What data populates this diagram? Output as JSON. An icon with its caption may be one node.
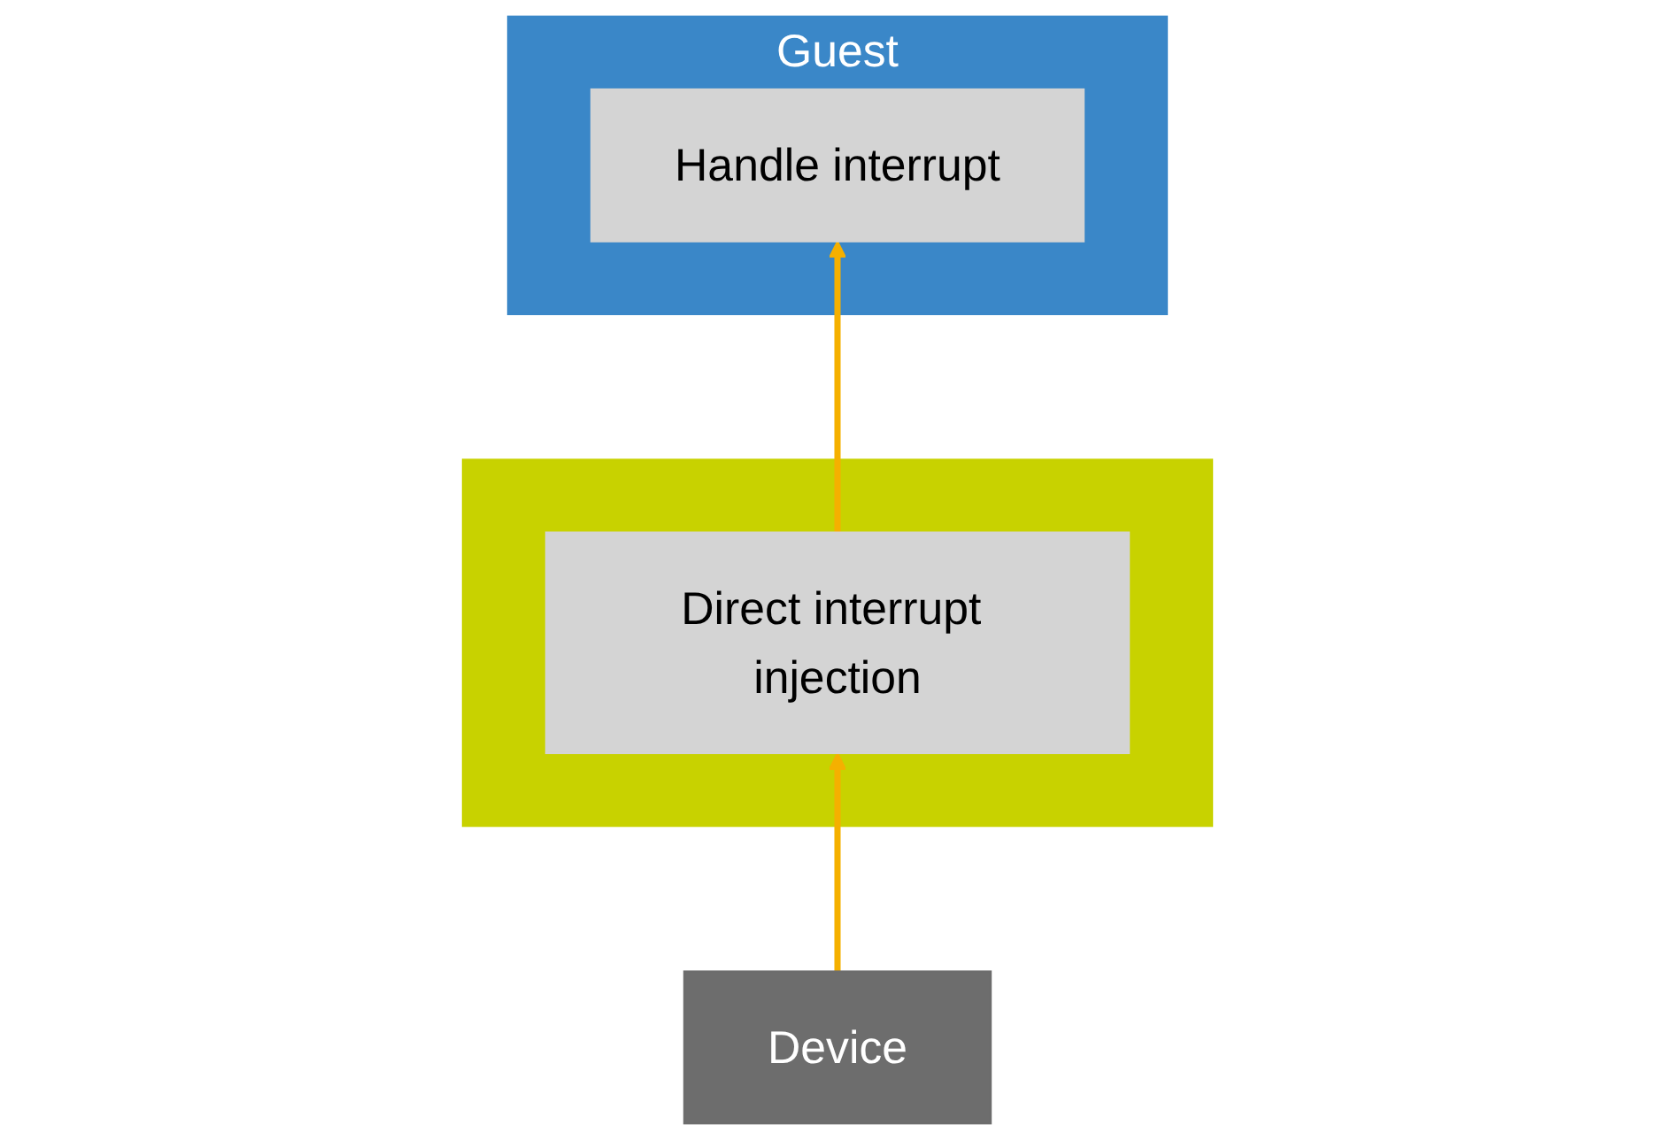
{
  "diagram": {
    "nodes": [
      {
        "text": [
          "Guest"
        ]
      },
      {
        "text": [
          "Handle interrupt"
        ],
        "in": 0
      },
      {
        "text": [],
        "shape": "box"
      },
      {
        "text": [
          "Direct interrupt injection"
        ],
        "in": 2
      },
      {
        "text": [
          "Device"
        ]
      }
    ],
    "edges": [
      {
        "from": 4,
        "to": 3,
        "arrow": "to"
      },
      {
        "from": 3,
        "to": 1,
        "arrow": "to"
      }
    ]
  }
}
